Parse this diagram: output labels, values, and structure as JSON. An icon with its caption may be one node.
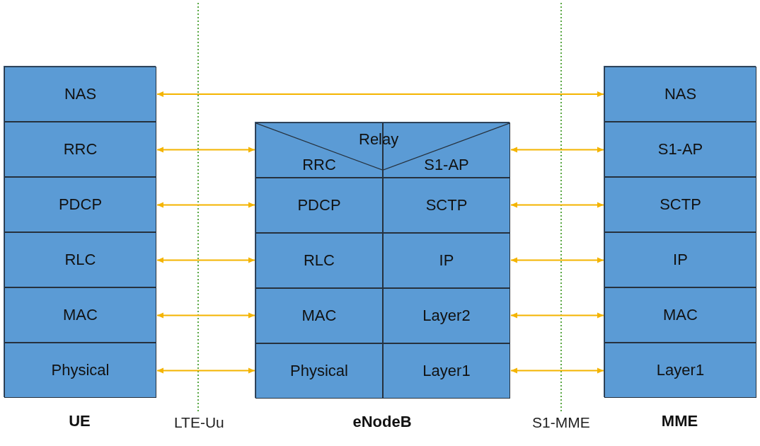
{
  "diagram": {
    "nodes": [
      {
        "text": [
          "UE"
        ]
      },
      {
        "text": [
          "NAS"
        ],
        "in": 0
      },
      {
        "text": [
          "RRC"
        ],
        "in": 0
      },
      {
        "text": [
          "PDCP"
        ],
        "in": 0
      },
      {
        "text": [
          "RLC"
        ],
        "in": 0
      },
      {
        "text": [
          "MAC"
        ],
        "in": 0
      },
      {
        "text": [
          "Physical"
        ],
        "in": 0
      },
      {
        "text": [
          "eNodeB"
        ]
      },
      {
        "text": [
          "RRC"
        ],
        "in": 7
      },
      {
        "text": [
          "S1-AP"
        ],
        "in": 7
      },
      {
        "text": [
          "PDCP"
        ],
        "in": 7
      },
      {
        "text": [
          "SCTP"
        ],
        "in": 7
      },
      {
        "text": [
          "RLC"
        ],
        "in": 7
      },
      {
        "text": [
          "IP"
        ],
        "in": 7
      },
      {
        "text": [
          "MAC"
        ],
        "in": 7
      },
      {
        "text": [
          "Layer2"
        ],
        "in": 7
      },
      {
        "text": [
          "Physical"
        ],
        "in": 7
      },
      {
        "text": [
          "Layer1"
        ],
        "in": 7
      },
      {
        "text": [
          "MME"
        ]
      },
      {
        "text": [
          "NAS"
        ],
        "in": 18
      },
      {
        "text": [
          "S1-AP"
        ],
        "in": 18
      },
      {
        "text": [
          "SCTP"
        ],
        "in": 18
      },
      {
        "text": [
          "IP"
        ],
        "in": 18
      },
      {
        "text": [
          "MAC"
        ],
        "in": 18
      },
      {
        "text": [
          "Layer1"
        ],
        "in": 18
      }
    ],
    "edges": [
      {
        "from": 1,
        "to": 19,
        "arrow": "both"
      },
      {
        "from": 2,
        "to": 8,
        "arrow": "both"
      },
      {
        "from": 3,
        "to": 10,
        "arrow": "both"
      },
      {
        "from": 4,
        "to": 12,
        "arrow": "both"
      },
      {
        "from": 5,
        "to": 14,
        "arrow": "both"
      },
      {
        "from": 6,
        "to": 16,
        "arrow": "both"
      },
      {
        "from": 9,
        "to": 20,
        "arrow": "both"
      },
      {
        "from": 11,
        "to": 21,
        "arrow": "both"
      },
      {
        "from": 13,
        "to": 22,
        "arrow": "both"
      },
      {
        "from": 15,
        "to": 23,
        "arrow": "both"
      },
      {
        "from": 17,
        "to": 24,
        "arrow": "both"
      }
    ],
    "labels": [
      "Relay",
      "LTE-Uu",
      "S1-MME"
    ]
  }
}
